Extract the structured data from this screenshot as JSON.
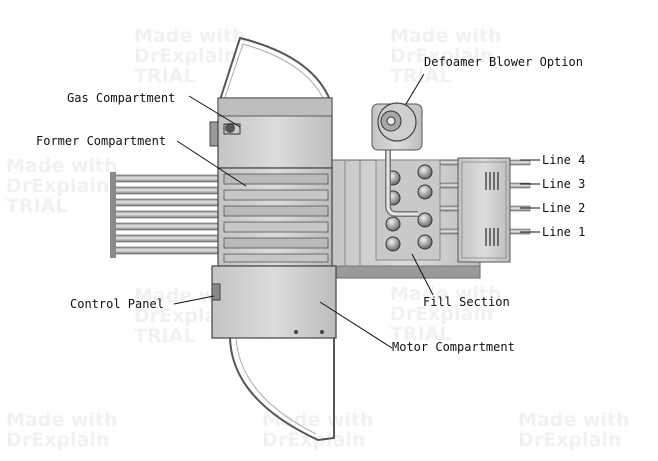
{
  "labels": {
    "gas_compartment": "Gas Compartment",
    "former_compartment": "Former Compartment",
    "defoamer_blower": "Defoamer Blower Option",
    "line_4": "Line 4",
    "line_3": "Line 3",
    "line_2": "Line 2",
    "line_1": "Line 1",
    "control_panel": "Control Panel",
    "fill_section": "Fill Section",
    "motor_compartment": "Motor Compartment"
  },
  "watermark": {
    "text": "Made with\nDrExplain",
    "trial_text": "Made with\nDrExplain\nTRIAL"
  },
  "colors": {
    "metal_light": "#d3d3d3",
    "metal_mid": "#b9b9b9",
    "metal_dark": "#6e6e6e",
    "ink": "#111111",
    "watermark": "#f1f1f1"
  }
}
